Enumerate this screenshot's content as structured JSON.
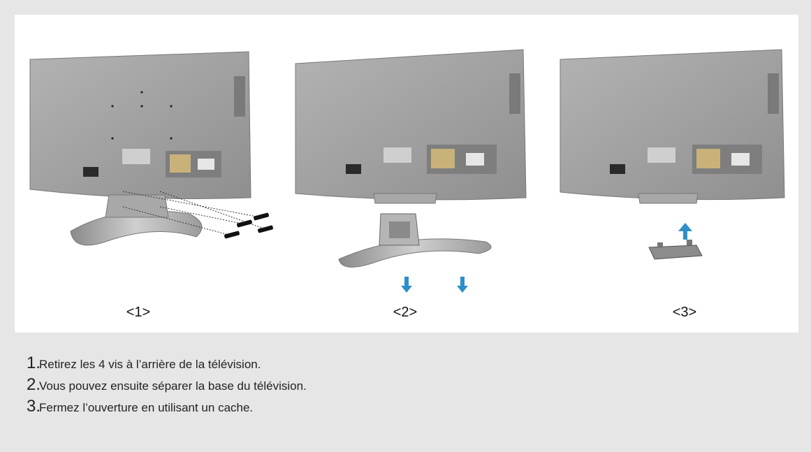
{
  "figures": [
    {
      "label": "<1>",
      "arrow_color": "#2e8fc8"
    },
    {
      "label": "<2>",
      "arrow_color": "#2e8fc8"
    },
    {
      "label": "<3>",
      "arrow_color": "#2e8fc8"
    }
  ],
  "steps": [
    {
      "number": "1.",
      "text": "Retirez les 4 vis à l’arrière de la télévision."
    },
    {
      "number": "2.",
      "text": "Vous pouvez ensuite séparer la base du télévision."
    },
    {
      "number": "3.",
      "text": "Fermez l’ouverture en utilisant un cache."
    }
  ],
  "colors": {
    "page_bg": "#e6e6e6",
    "panel_bg": "#ffffff",
    "tv_gray": "#9d9d9d",
    "arrow": "#2e8fc8"
  }
}
